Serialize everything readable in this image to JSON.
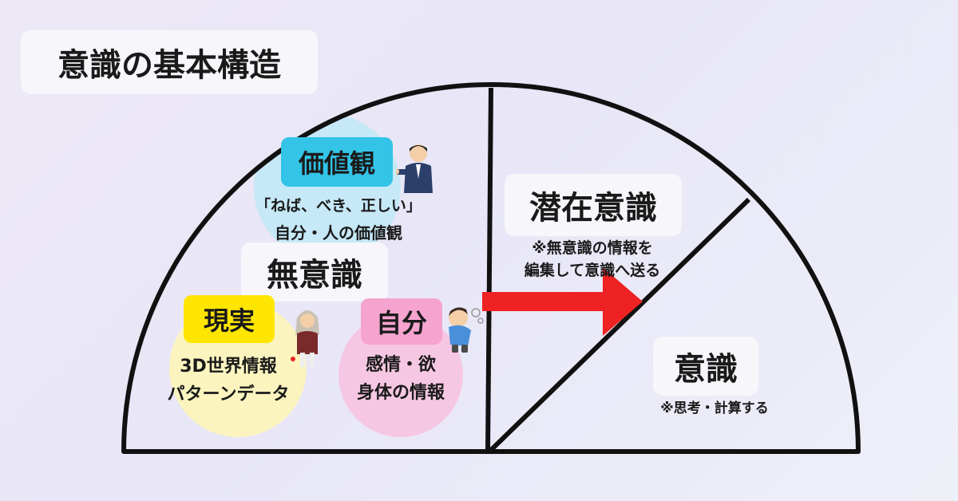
{
  "title": "意識の基本構造",
  "colors": {
    "outline": "#111111",
    "arrow": "#ee2222",
    "values_tag": "#33c4e8",
    "values_circle": "#c6e8f7",
    "reality_tag": "#ffe600",
    "reality_circle": "#fbf4bf",
    "self_tag": "#f5a3cf",
    "self_circle": "#f6c7e2"
  },
  "unconscious": {
    "label": "無意識",
    "values": {
      "tag": "価値観",
      "line1": "「ねば、べき、正しい」",
      "line2": "自分・人の価値観",
      "figure_icon": "businessman-pointing-icon"
    },
    "reality": {
      "tag": "現実",
      "line1": "3D世界情報",
      "line2": "パターンデータ",
      "figure_icon": "scientist-icon"
    },
    "self": {
      "tag": "自分",
      "line1": "感情・欲",
      "line2": "身体の情報",
      "figure_icon": "sleepy-child-icon"
    }
  },
  "subconscious": {
    "label": "潜在意識",
    "note1": "※無意識の情報を",
    "note2": "編集して意識へ送る"
  },
  "conscious": {
    "label": "意識",
    "note": "※思考・計算する"
  },
  "arrow_icon": "arrow-right-icon"
}
